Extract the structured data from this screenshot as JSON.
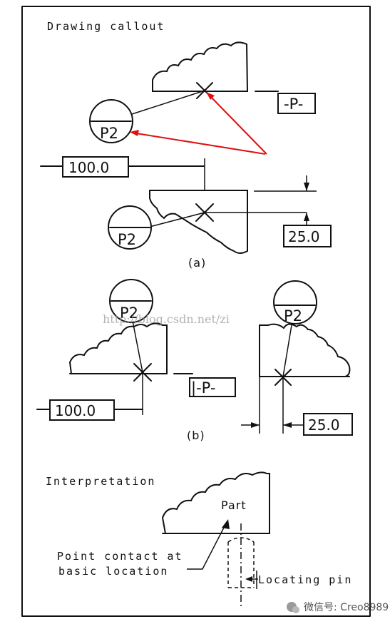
{
  "labels": {
    "drawing_callout": "Drawing callout",
    "datum_p": "-P-",
    "datum_p_b": "|-P-",
    "target": "P2",
    "dim_100": "100.0",
    "dim_25": "25.0",
    "view_a": "(a)",
    "view_b": "(b)",
    "interpretation": "Interpretation",
    "part": "Part",
    "point_contact_line1": "Point contact at",
    "point_contact_line2": "basic location",
    "locating_pin": "Locating pin"
  },
  "watermarks": {
    "url": "http://blog.csdn.net/zi",
    "wechat": "微信号: Creo8989"
  },
  "colors": {
    "ink": "#111111",
    "annotation_arrow": "#e01010"
  }
}
